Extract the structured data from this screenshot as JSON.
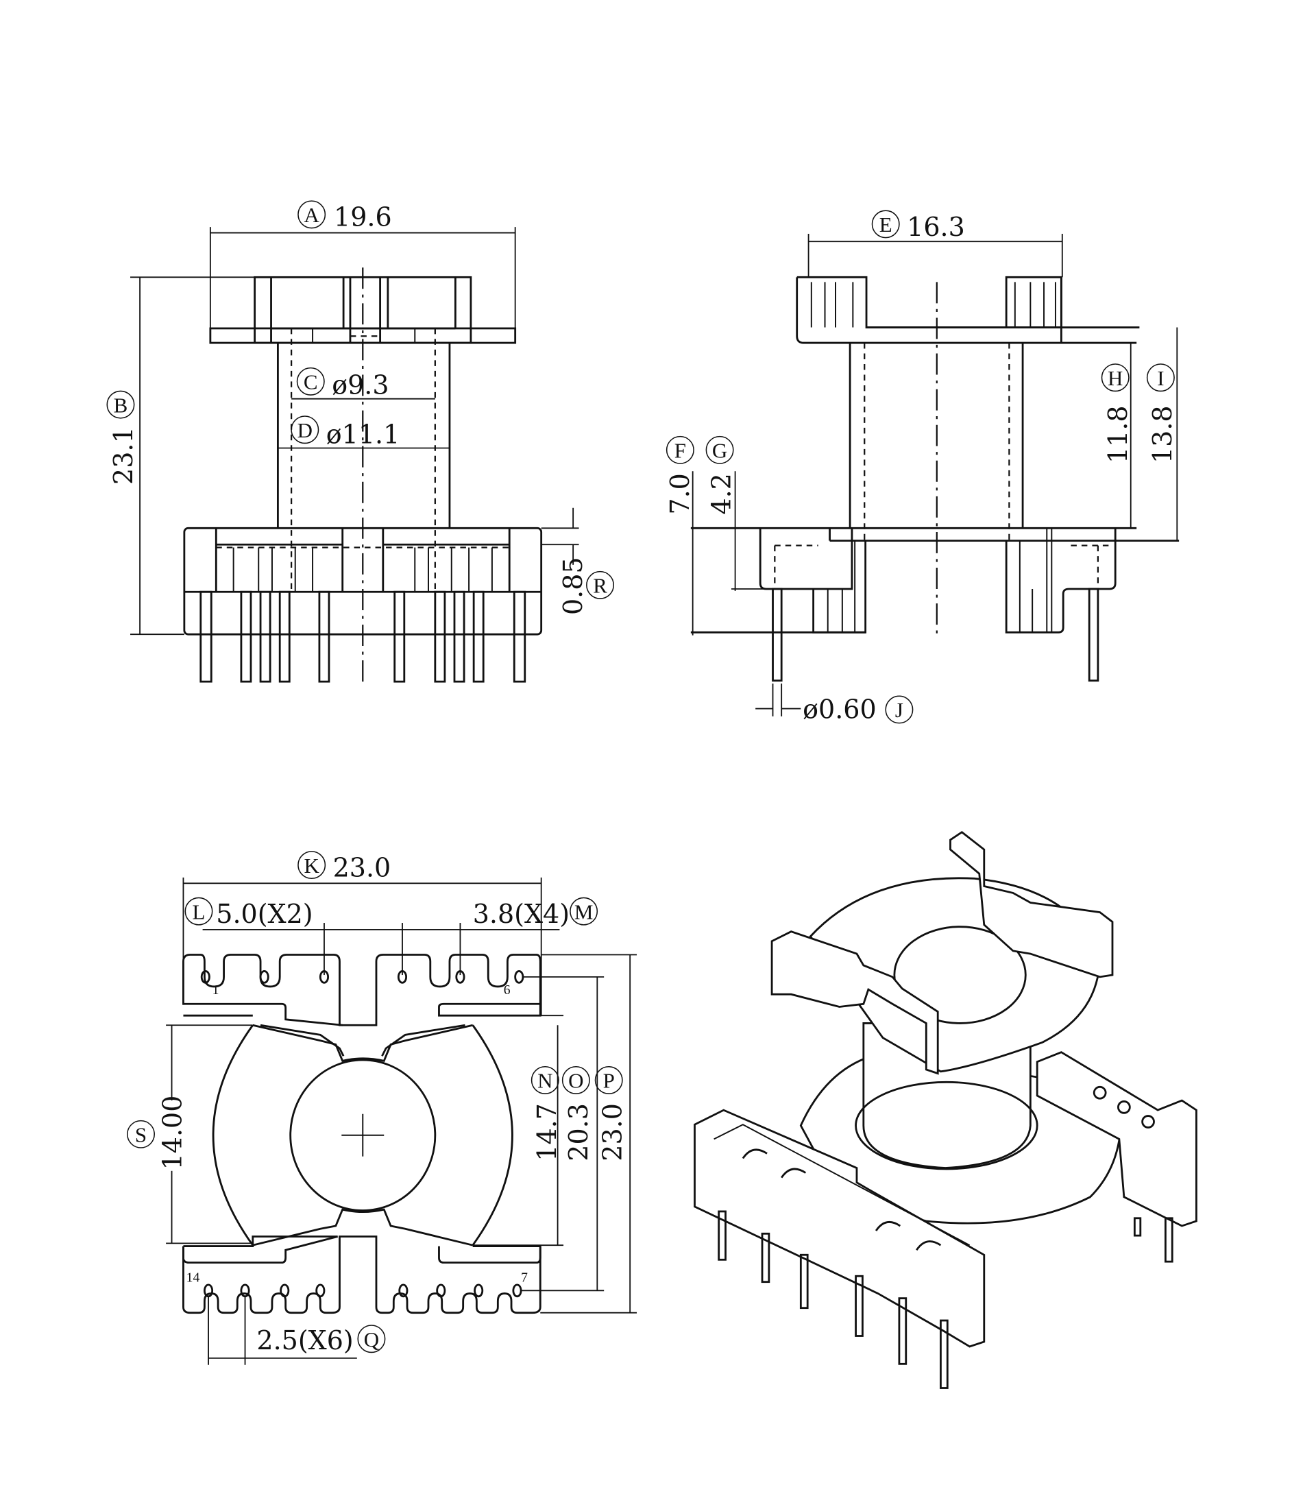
{
  "drawing": {
    "title": "",
    "part_type": "Transformer bobbin, vertical, 14 pin",
    "views": [
      "front-view",
      "side-view",
      "bottom-footprint-view",
      "isometric-view"
    ]
  },
  "dimensions": {
    "A": {
      "label": "A",
      "value": "19.6"
    },
    "B": {
      "label": "B",
      "value": "23.1"
    },
    "C": {
      "label": "C",
      "value": "ø9.3"
    },
    "D": {
      "label": "D",
      "value": "ø11.1"
    },
    "E": {
      "label": "E",
      "value": "16.3"
    },
    "F": {
      "label": "F",
      "value": "7.0"
    },
    "G": {
      "label": "G",
      "value": "4.2"
    },
    "H": {
      "label": "H",
      "value": "11.8"
    },
    "I": {
      "label": "I",
      "value": "13.8"
    },
    "J": {
      "label": "J",
      "value": "ø0.60"
    },
    "K": {
      "label": "K",
      "value": "23.0"
    },
    "L": {
      "label": "L",
      "value": "5.0(X2)"
    },
    "M": {
      "label": "M",
      "value": "3.8(X4)"
    },
    "N": {
      "label": "N",
      "value": "14.7"
    },
    "O": {
      "label": "O",
      "value": "20.3"
    },
    "P": {
      "label": "P",
      "value": "23.0"
    },
    "Q": {
      "label": "Q",
      "value": "2.5(X6)"
    },
    "R": {
      "label": "R",
      "value": "0.85"
    },
    "S": {
      "label": "S",
      "value": "14.00"
    }
  },
  "pin_numbers": {
    "top_left": "1",
    "top_right": "6",
    "bottom_left": "14",
    "bottom_right": "7"
  },
  "colors": {
    "line": "#111111",
    "background": "#ffffff"
  }
}
